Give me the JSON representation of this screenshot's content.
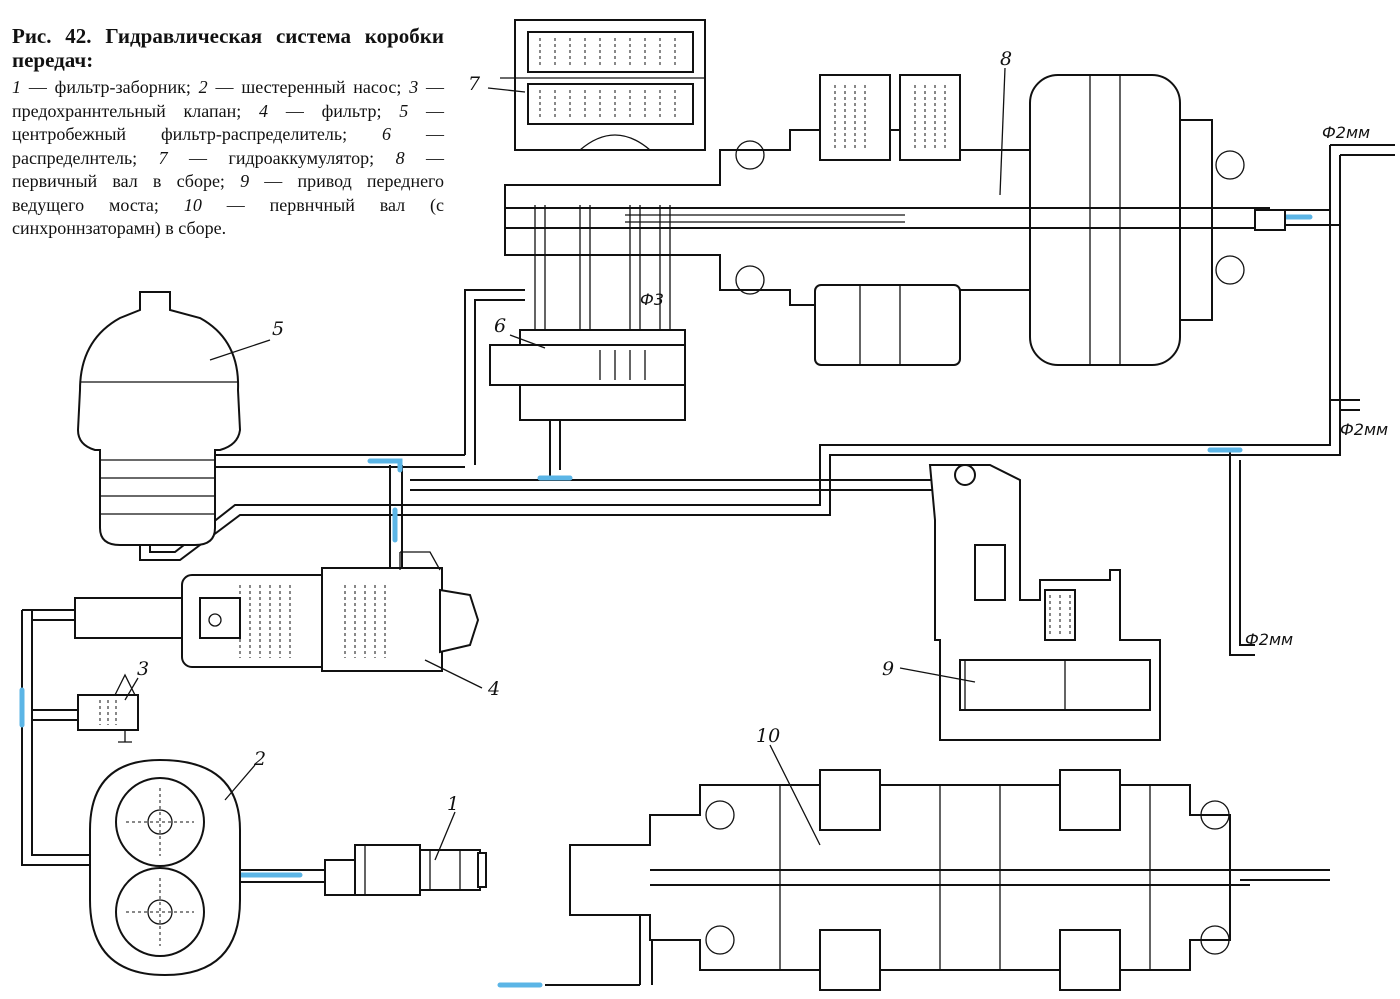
{
  "caption": {
    "title": "Рис. 42. Гидравлическая система коробки передач:",
    "items": [
      {
        "num": "1",
        "text": "фильтр-заборник;"
      },
      {
        "num": "2",
        "text": "шестеренный насос;"
      },
      {
        "num": "3",
        "text": "предохраннтельный клапан;"
      },
      {
        "num": "4",
        "text": "фильтр;"
      },
      {
        "num": "5",
        "text": "центробежный фильтр-распределитель;"
      },
      {
        "num": "6",
        "text": "распределнтель;"
      },
      {
        "num": "7",
        "text": "гидроаккумулятор;"
      },
      {
        "num": "8",
        "text": "первичный вал в сборе;"
      },
      {
        "num": "9",
        "text": "привод переднего ведущего моста;"
      },
      {
        "num": "10",
        "text": "первнчный вал (с синхроннзаторамн) в сборе."
      }
    ]
  },
  "labels": {
    "part1": "1",
    "part2": "2",
    "part3": "3",
    "part4": "4",
    "part5": "5",
    "part6": "6",
    "part7": "7",
    "part8": "8",
    "part9": "9",
    "part10": "10"
  },
  "dimensions": {
    "d_top_right": "Ф2мм",
    "d_mid_right": "Ф2мм",
    "d_lower_right": "Ф2мм",
    "d_distributor": "Ф3"
  },
  "colors": {
    "oil_flow": "#5bb5e6",
    "line": "#111111"
  }
}
